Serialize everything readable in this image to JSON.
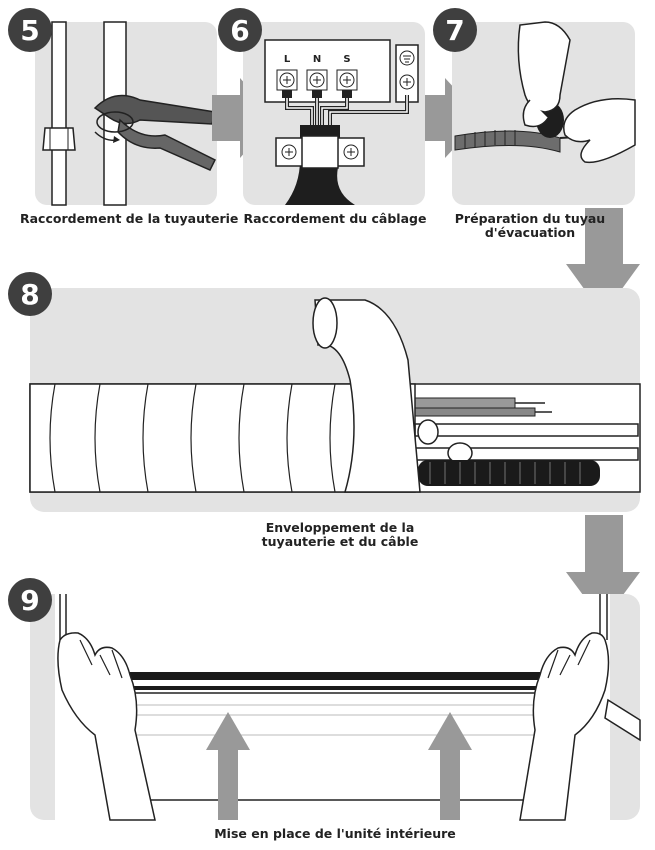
{
  "steps": [
    {
      "number": "5",
      "caption": "Raccordement de la tuyauterie"
    },
    {
      "number": "6",
      "caption": "Raccordement du câblage"
    },
    {
      "number": "7",
      "caption_line1": "Préparation du tuyau",
      "caption_line2": "d'évacuation"
    },
    {
      "number": "8",
      "caption_line1": "Enveloppement de la",
      "caption_line2": "tuyauterie et du câble"
    },
    {
      "number": "9",
      "caption": "Mise en place de l'unité intérieure"
    }
  ],
  "terminal_labels": [
    "L",
    "N",
    "S"
  ],
  "colors": {
    "panel": "#e3e3e3",
    "badge": "#3f3f3f",
    "arrow": "#999999",
    "line": "#222222"
  }
}
